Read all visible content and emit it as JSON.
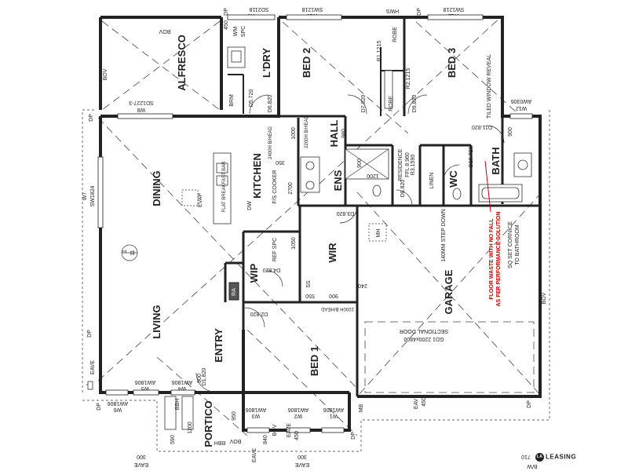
{
  "rooms": {
    "alfresco": "ALFRESCO",
    "ldry": "L'DRY",
    "bed2": "BED 2",
    "bed3": "BED 3",
    "dining": "DINING",
    "kitchen": "KITCHEN",
    "hall": "HALL",
    "ens": "ENS",
    "wc": "WC",
    "bath": "BATH",
    "wir": "WIR",
    "wip": "WIP",
    "living": "LIVING",
    "entry": "ENTRY",
    "bed1": "BED 1",
    "garage": "GARAGE",
    "portico": "PORTICO"
  },
  "windows": {
    "w9": "W9",
    "w9_size": "SD2118",
    "w10": "W10",
    "w10_size": "SW1218",
    "w11": "W11",
    "w11_size": "SW1218",
    "hws": "HWS",
    "w8": "W8",
    "w8_size": "SD1227-3",
    "w7": "W7",
    "w7_size": "SW1824",
    "w12": "W12",
    "w12_size": "AW0306",
    "w5": "W5",
    "w5_size": "AW1806",
    "w6": "W6",
    "w6_size": "AW1806",
    "w4": "W4",
    "w4_size": "AW1806",
    "w3": "W3",
    "w3_size": "AW1806",
    "w2": "W2",
    "w2_size": "AW1806",
    "w1": "W1",
    "w1_size": "AW1806"
  },
  "doors": {
    "d5": "D5.720",
    "d6": "D6.820",
    "d7": "D7.820",
    "d9": "D9.820",
    "d11": "D11.820",
    "d10": "D10.720",
    "d8": "D8.820",
    "d3": "D3.820",
    "d4": "D4.820",
    "d2": "D2.820",
    "d1": "D1.820",
    "r1": "R1.1215",
    "r2": "R2.1215",
    "r3": "R3.1590",
    "gd1": "GD1  2200x4800",
    "sectional": "SECTIONAL DOOR"
  },
  "labels": {
    "bov": "BOV",
    "dp": "DP",
    "mb": "MB",
    "eave": "EAVE",
    "brm": "BRM",
    "robe": "ROBE",
    "linen": "LINEN",
    "ss": "SS",
    "ra": "RA",
    "wm": "WM",
    "spc": "SPC",
    "evap": "EVAP",
    "dw": "DW",
    "mh": "MH",
    "bbh": "BBH",
    "spc_ref": "REF SPC",
    "flat_bar": "FLAT BREAKFAST BAR",
    "fs_cooker": "F/S COOKER",
    "b_head_2400": "2400H B/HEAD",
    "b_head_2200": "2200H B/HEAD",
    "b_head_2200b": "2200H B/HEAD",
    "residence": "RESIDENCE",
    "ffl": "FFL 8.960",
    "step_down": "140MM STEP DOWN",
    "tiled_reveal": "TILED WINDOW REVEAL",
    "red_note_1": "FLOOR WASTE WITH NO FALL",
    "red_note_2": "AS PER PERFORMANCE SOLUTION",
    "cornice_1": "SQ SET CORNICE",
    "cornice_2": "TO BATHROOM",
    "section_mark": "1",
    "section_sheet": "11",
    "bw": "B/W",
    "dim_710": "710"
  },
  "dims": {
    "d450a": "450",
    "d1000": "1000",
    "d980": "980",
    "d350": "350",
    "d2700": "2700",
    "d900a": "900",
    "d1200": "1200",
    "d900b": "900",
    "d1050": "1050",
    "d550": "550",
    "d900c": "900",
    "d240": "240",
    "d900d": "900",
    "d1200b": "1200",
    "d950": "950",
    "d590": "590",
    "d840": "840",
    "d300a": "300",
    "d300b": "300",
    "d450b": "450",
    "d450c": "450"
  },
  "brand": {
    "name": "LEASING",
    "badge": "LA"
  }
}
